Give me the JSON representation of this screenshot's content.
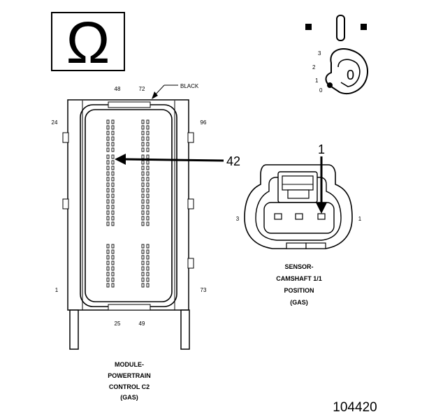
{
  "symbol": {
    "omega": "Ω"
  },
  "ignition_switch": {
    "positions": [
      "3",
      "2",
      "1",
      "0"
    ],
    "key_position": "0"
  },
  "pcm_connector": {
    "color_label": "BLACK",
    "pin_labels": {
      "p48": "48",
      "p72": "72",
      "p24": "24",
      "p96": "96",
      "p1": "1",
      "p73": "73",
      "p25": "25",
      "p49": "49"
    },
    "callout_pin": "42",
    "caption": [
      "MODULE-",
      "POWERTRAIN",
      "CONTROL C2",
      "(GAS)"
    ]
  },
  "cmp_sensor": {
    "callout_pin": "1",
    "pin_labels": {
      "left": "3",
      "right": "1"
    },
    "caption": [
      "SENSOR-",
      "CAMSHAFT 1/1",
      "POSITION",
      "(GAS)"
    ]
  },
  "figure_number": "104420"
}
